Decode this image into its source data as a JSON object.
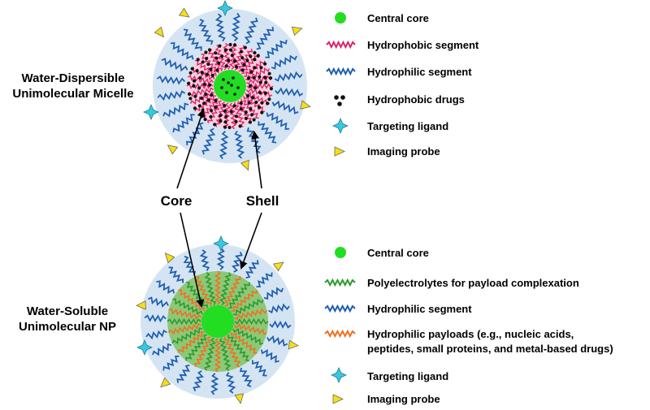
{
  "micelle": {
    "label_line1": "Water-Dispersible",
    "label_line2": "Unimolecular Micelle",
    "legend": [
      {
        "icon": "green-core-circle-icon",
        "text": "Central core"
      },
      {
        "icon": "red-wavy-line-icon",
        "text": "Hydrophobic segment"
      },
      {
        "icon": "blue-wavy-line-icon",
        "text": "Hydrophilic segment"
      },
      {
        "icon": "black-dots-icon",
        "text": "Hydrophobic drugs"
      },
      {
        "icon": "cyan-star-icon",
        "text": "Targeting ligand"
      },
      {
        "icon": "yellow-triangle-icon",
        "text": "Imaging probe"
      }
    ]
  },
  "pointers": {
    "core": "Core",
    "shell": "Shell"
  },
  "nanoparticle": {
    "label_line1": "Water-Soluble",
    "label_line2": "Unimolecular NP",
    "legend": [
      {
        "icon": "green-core-circle-icon",
        "text": "Central core"
      },
      {
        "icon": "green-wavy-line-icon",
        "text": "Polyelectrolytes for payload complexation"
      },
      {
        "icon": "blue-wavy-line-icon",
        "text": "Hydrophilic segment"
      },
      {
        "icon": "orange-wavy-line-icon",
        "text": "Hydrophilic payloads (e.g., nucleic acids,",
        "text2": "peptides,  small proteins, and metal-based drugs)"
      },
      {
        "icon": "cyan-star-icon",
        "text": "Targeting ligand"
      },
      {
        "icon": "yellow-triangle-icon",
        "text": "Imaging probe"
      }
    ]
  },
  "colors": {
    "shell_fill": "#d5e4f3",
    "hydrophilic": "#1f5fb0",
    "hydrophobic": "#e0206a",
    "core": "#22dd22",
    "drug": "#111111",
    "polyelectrolyte": "#2e9a2e",
    "payload": "#f07020",
    "np_inner_fill": "#8cc878",
    "ligand": "#38c8e0",
    "probe": "#f8e010"
  }
}
